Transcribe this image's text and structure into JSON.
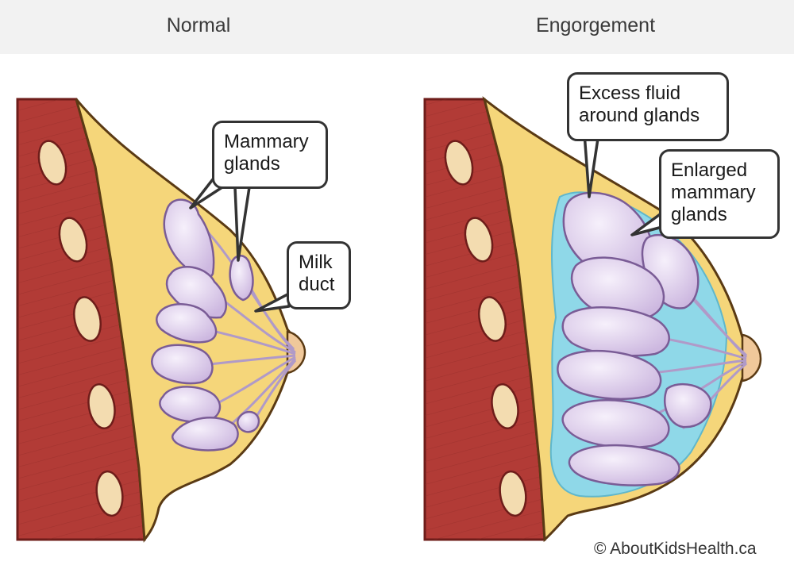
{
  "panels": {
    "left": {
      "title": "Normal"
    },
    "right": {
      "title": "Engorgement"
    }
  },
  "callouts": {
    "mammary_glands": "Mammary glands",
    "milk_duct": "Milk duct",
    "excess_fluid": "Excess fluid around glands",
    "enlarged_glands": "Enlarged mammary glands"
  },
  "footer": {
    "copyright": "© AboutKidsHealth.ca"
  },
  "colors": {
    "header_bg": "#f2f2f2",
    "muscle": "#b23b36",
    "fat": "#f5d67a",
    "gland": "#ddcdeb",
    "fluid": "#8fd8e8",
    "outline": "#333333"
  }
}
